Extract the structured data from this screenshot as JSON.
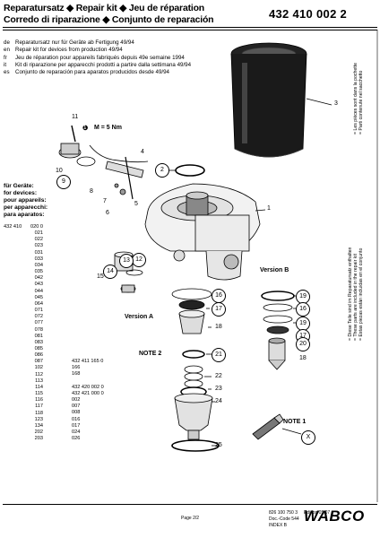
{
  "header": {
    "line1": "Reparatursatz ◆ Repair kit ◆ Jeu de réparation",
    "line2": "Corredo di riparazione ◆ Conjunto de reparación",
    "part_number": "432 410 002 2"
  },
  "languages": [
    {
      "code": "de",
      "text": "Reparatursatz nur für Geräte ab Fertigung 49/94"
    },
    {
      "code": "en",
      "text": "Repair kit for devices from production 49/94"
    },
    {
      "code": "fr",
      "text": "Jeu de réparation pour appareils fabriqués depuis 49e semaine 1994"
    },
    {
      "code": "it",
      "text": "Kit di riparazione per apparecchi prodotti a partire dalla settimana 49/94"
    },
    {
      "code": "es",
      "text": "Conjunto de reparación para aparatos producidos desde 49/94"
    }
  ],
  "device_heading": [
    "für Geräte:",
    "for devices:",
    "pour appareils:",
    "per apparecchi:",
    "para aparatos:"
  ],
  "device_list": {
    "prefix": "432 410",
    "items": [
      "020 0",
      "021",
      "022",
      "023",
      "031",
      "033",
      "034",
      "035",
      "042",
      "043",
      "044",
      "045",
      "064",
      "071",
      "072",
      "077",
      "078",
      "081",
      "083",
      "085",
      "086",
      "087",
      "102",
      "112",
      "113",
      "114",
      "115",
      "116",
      "117",
      "118",
      "123",
      "134",
      "202",
      "203"
    ],
    "sub_list": [
      {
        "row": 21,
        "text": "432 411 165 0"
      },
      {
        "row": 22,
        "text": "166"
      },
      {
        "row": 23,
        "text": "168"
      },
      {
        "row": 25,
        "text": "432 420 002 0"
      },
      {
        "row": 26,
        "text": "432 421 000 0"
      },
      {
        "row": 27,
        "text": "002"
      },
      {
        "row": 28,
        "text": "007"
      },
      {
        "row": 29,
        "text": "008"
      },
      {
        "row": 30,
        "text": "016"
      },
      {
        "row": 31,
        "text": "017"
      },
      {
        "row": 32,
        "text": "024"
      },
      {
        "row": 33,
        "text": "026"
      }
    ]
  },
  "torque_label": "M = 5 Nm",
  "torque_icon_label": "1",
  "version_a": "Version A",
  "version_b": "Version B",
  "note2": "NOTE 2",
  "note1": "NOTE 1",
  "note1_marker": "X",
  "callouts": {
    "c1": "1",
    "c2": "2",
    "c3": "3",
    "c4": "4",
    "c5": "5",
    "c6": "6",
    "c7": "7",
    "c8": "8",
    "c9": "9",
    "c10": "10",
    "c11": "11",
    "c12": "12",
    "c13": "13",
    "c14": "14",
    "c15": "15",
    "c16a": "16",
    "c17a": "17",
    "c18a": "18",
    "c19a": "19",
    "c19b": "19",
    "c16b": "16",
    "c17b": "17",
    "c20": "20",
    "c18b": "18",
    "c21": "21",
    "c22": "22",
    "c23": "23",
    "c24": "24",
    "c25": "25"
  },
  "side_note_top": [
    "= Les pièces sont dans la pochette",
    "= Parti contenute nel sacchetto"
  ],
  "side_note_bottom": [
    "= Diese Teile sind im Reparatursatz enthalten",
    "= These parts are included in the repair kit",
    "= Estas piezas están incluidas en el conjunto"
  ],
  "footer": {
    "page": "Page 2/2",
    "doc_number": "826 100 750 3",
    "edition": "Edition 05.07",
    "doc_code": "Doc.-Code 544",
    "index": "INDEX B"
  },
  "brand": "WABCO"
}
